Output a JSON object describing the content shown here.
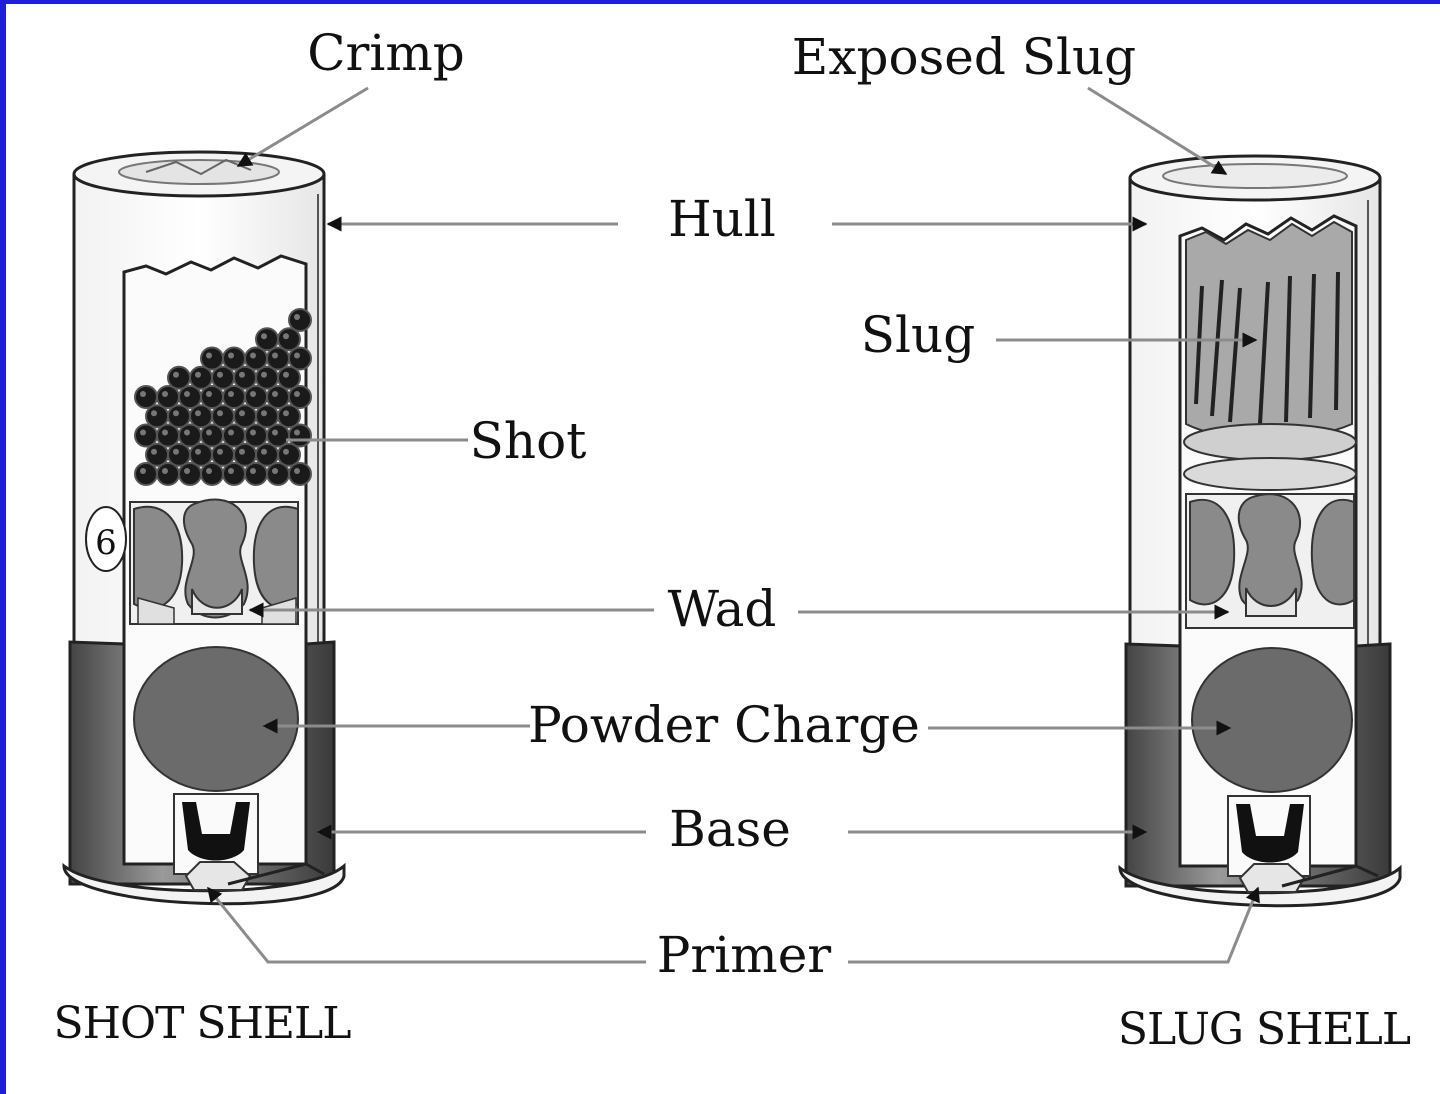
{
  "labels": {
    "crimp": "Crimp",
    "exposed_slug": "Exposed Slug",
    "hull": "Hull",
    "slug": "Slug",
    "shot": "Shot",
    "wad": "Wad",
    "powder_charge": "Powder Charge",
    "base": "Base",
    "primer": "Primer"
  },
  "captions": {
    "shot_shell": "SHOT SHELL",
    "slug_shell": "SLUG SHELL"
  },
  "shot_size_marking": "6",
  "colors": {
    "frame": "#1f1fd8",
    "powder": "#6b6b6b",
    "base_metal": "#7a7a7a",
    "shot": "#1a1a1a",
    "slug": "#a9a9a9"
  }
}
